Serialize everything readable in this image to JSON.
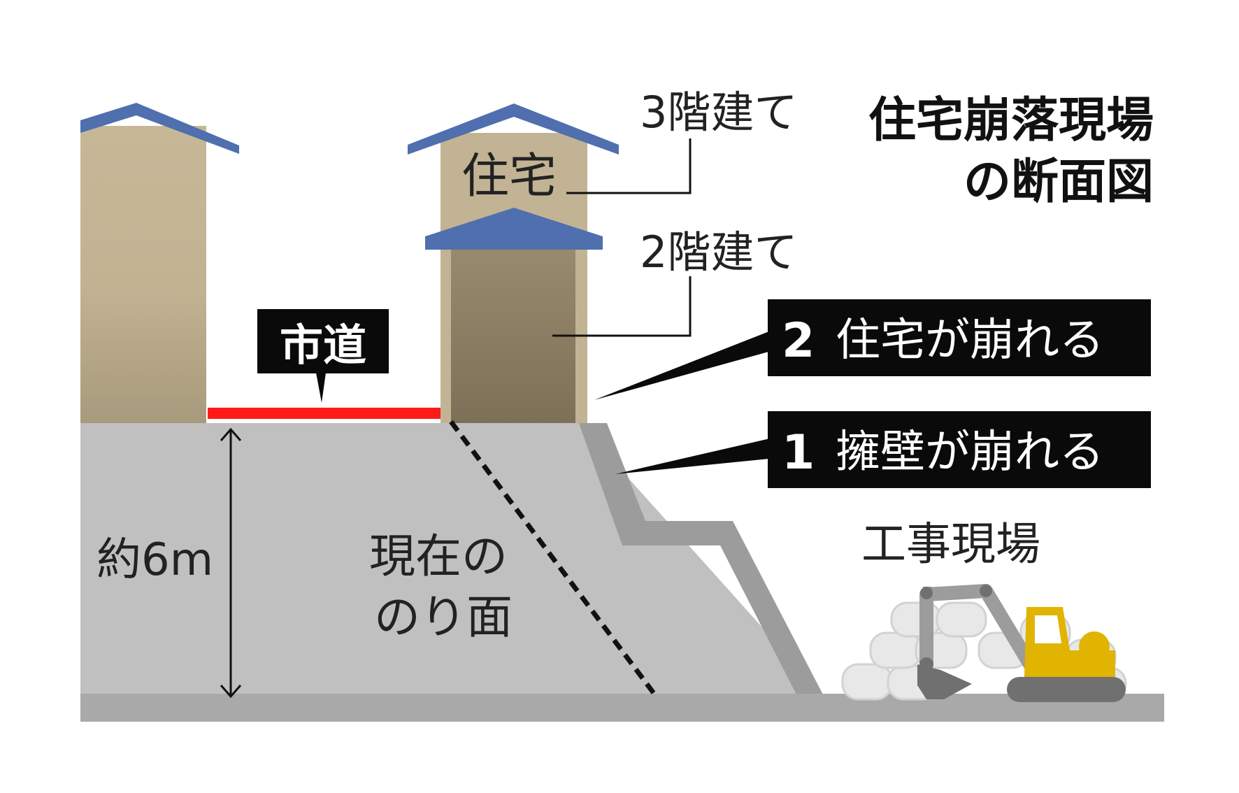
{
  "title": {
    "line1": "住宅崩落現場",
    "line2": "の断面図"
  },
  "labels": {
    "three_story": "3階建て",
    "two_story": "2階建て",
    "house": "住宅",
    "city_road": "市道",
    "height": "約6m",
    "slope_line1": "現在の",
    "slope_line2": "のり面",
    "construction_site": "工事現場"
  },
  "callouts": {
    "step2_number": "2",
    "step2_text": "住宅が崩れる",
    "step1_number": "1",
    "step1_text": "擁壁が崩れる"
  },
  "colors": {
    "roof": "#4f6fae",
    "house_light": "#c2b394",
    "house_dark": "#8f8166",
    "ground": "#c0c0c0",
    "ground_edge": "#9a9a9a",
    "road": "#ff1a1a",
    "callout_bg": "#0a0a0a",
    "excavator": "#e0b400",
    "arm": "#9c9c9c",
    "rubble": "#e6e6e6"
  }
}
